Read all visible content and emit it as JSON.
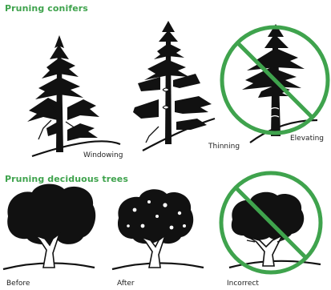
{
  "sections": {
    "conifers": {
      "title": "Pruning conifers",
      "labels": [
        "Windowing",
        "Thinning",
        "Elevating"
      ]
    },
    "deciduous": {
      "title": "Pruning deciduous trees",
      "labels": [
        "Before",
        "After",
        "Incorrect"
      ]
    }
  },
  "colors": {
    "heading": "#3fa34d",
    "prohibition": "#3fa34d",
    "tree": "#111111"
  }
}
